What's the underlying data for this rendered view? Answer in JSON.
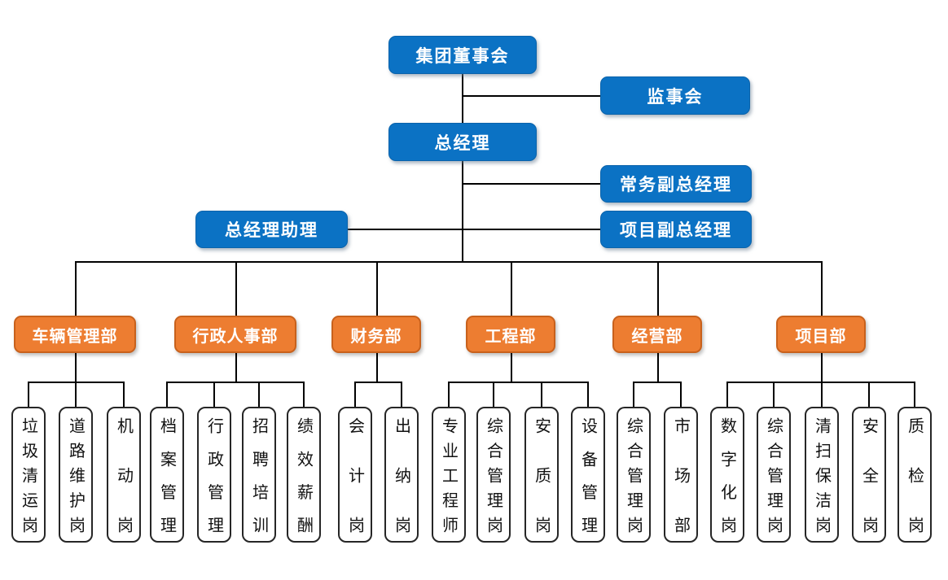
{
  "colors": {
    "leadership_fill": "#0b72c4",
    "department_fill": "#ed7d31",
    "department_border": "#c8611c",
    "position_fill": "#ffffff",
    "position_border": "#262626",
    "connector": "#000000"
  },
  "nodes": {
    "board": "集团董事会",
    "supervisory_board": "监事会",
    "general_manager": "总经理",
    "executive_deputy_gm": "常务副总经理",
    "gm_assistant": "总经理助理",
    "project_deputy_gm": "项目副总经理"
  },
  "departments": [
    {
      "label": "车辆管理部",
      "positions": [
        "垃圾清运岗",
        "道路维护岗",
        "机动岗"
      ]
    },
    {
      "label": "行政人事部",
      "positions": [
        "档案管理",
        "行政管理",
        "招聘培训",
        "绩效薪酬"
      ]
    },
    {
      "label": "财务部",
      "positions": [
        "会计岗",
        "出纳岗"
      ]
    },
    {
      "label": "工程部",
      "positions": [
        "专业工程师",
        "综合管理岗",
        "安质岗",
        "设备管理"
      ]
    },
    {
      "label": "经营部",
      "positions": [
        "综合管理岗",
        "市场部"
      ]
    },
    {
      "label": "项目部",
      "positions": [
        "数字化岗",
        "综合管理岗",
        "清扫保洁岗",
        "安全岗",
        "质检岗"
      ]
    }
  ]
}
